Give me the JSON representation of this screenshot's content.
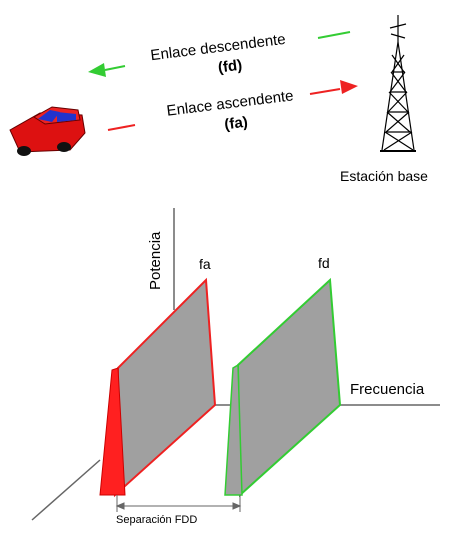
{
  "link_top": {
    "downlink": {
      "line1": "Enlace descendente",
      "line2": "(fd)",
      "color": "#33cc33"
    },
    "uplink": {
      "line1": "Enlace ascendente",
      "line2": "(fa)",
      "color": "#ee2222"
    },
    "base_station": {
      "label": "Estación base"
    },
    "vehicle_icon": "car-icon",
    "tower_icon": "antenna-tower-icon"
  },
  "spectrum": {
    "axis_power": "Potencia",
    "axis_frequency": "Frecuencia",
    "band_uplink": {
      "label": "fa",
      "edge_color": "#ee2222",
      "fill": "#a0a0a0"
    },
    "band_downlink": {
      "label": "fd",
      "edge_color": "#33cc33",
      "fill": "#a0a0a0"
    },
    "separation": "Separación FDD"
  }
}
